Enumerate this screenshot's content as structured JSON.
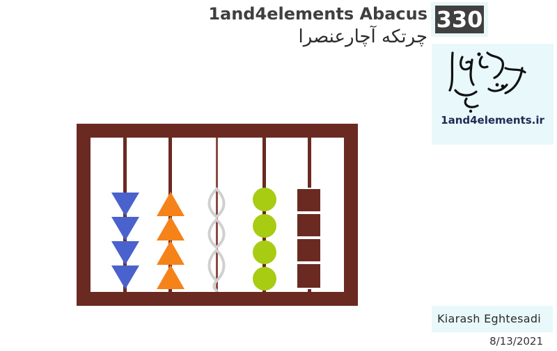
{
  "header": {
    "title_en": "1and4elements Abacus",
    "title_fa": "چرتکه آچارعنصرا",
    "number": "330"
  },
  "logo": {
    "url": "1and4elements.ir"
  },
  "footer": {
    "author": "Kiarash Eghtesadi",
    "date": "8/13/2021"
  },
  "colors": {
    "frame": "#6a2a22",
    "rod": "#6a2a22",
    "blue_triangle": "#4a62cd",
    "orange_triangle": "#f6821a",
    "green_circle": "#a7cc12",
    "brown_square": "#6a2a22",
    "wavy_bead": "#d0d0d0"
  },
  "abacus": {
    "columns": [
      {
        "bead": "triangle-down",
        "color": "blue_triangle",
        "count": 4
      },
      {
        "bead": "triangle-up",
        "color": "orange_triangle",
        "count": 4
      },
      {
        "bead": "wave",
        "color": "wavy_bead",
        "count": 3
      },
      {
        "bead": "circle",
        "color": "green_circle",
        "count": 4
      },
      {
        "bead": "square",
        "color": "brown_square",
        "count": 4
      }
    ]
  }
}
